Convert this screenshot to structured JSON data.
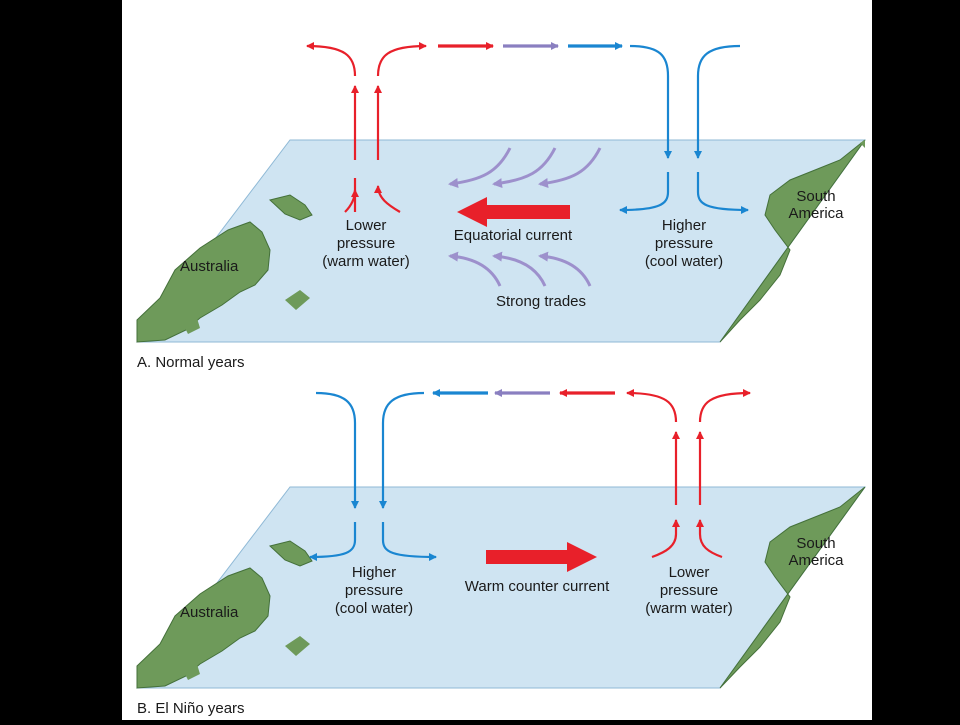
{
  "colors": {
    "background": "#000000",
    "panel": "#ffffff",
    "ocean": "#cfe4f2",
    "ocean_edge": "#8fb9d6",
    "land": "#6e9a5a",
    "land_dark": "#44703a",
    "warm_air": "#e8202a",
    "cool_air": "#1a86d1",
    "mixed_air": "#8a7fc0",
    "trades": "#9d90cc",
    "current": "#e8202a"
  },
  "panel_a": {
    "caption": "A. Normal years",
    "australia": "Australia",
    "south_america_1": "South",
    "south_america_2": "America",
    "west_1": "Lower",
    "west_2": "pressure",
    "west_3": "(warm water)",
    "east_1": "Higher",
    "east_2": "pressure",
    "east_3": "(cool water)",
    "current": "Equatorial current",
    "trades": "Strong trades",
    "rising_air_icon": "red-rising-arrow-icon",
    "sinking_air_icon": "blue-sinking-arrow-icon",
    "current_icon": "westward-current-arrow-icon"
  },
  "panel_b": {
    "caption": "B. El Niño years",
    "australia": "Australia",
    "south_america_1": "South",
    "south_america_2": "America",
    "west_1": "Higher",
    "west_2": "pressure",
    "west_3": "(cool water)",
    "east_1": "Lower",
    "east_2": "pressure",
    "east_3": "(warm water)",
    "current": "Warm counter current",
    "rising_air_icon": "red-rising-arrow-icon",
    "sinking_air_icon": "blue-sinking-arrow-icon",
    "current_icon": "eastward-current-arrow-icon"
  }
}
